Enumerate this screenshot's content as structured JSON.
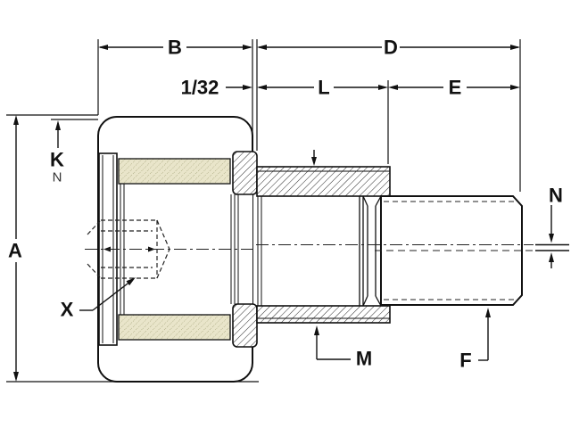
{
  "dim_labels": {
    "a": "A",
    "b": "B",
    "d": "D",
    "l": "L",
    "e": "E",
    "k": "K",
    "k_sub": "N",
    "n": "N",
    "x": "X",
    "m": "M",
    "f": "F",
    "gap": "1/32"
  },
  "colors": {
    "line": "#111111",
    "background": "#ffffff",
    "needle_fill": "#e9e5ca",
    "needle_hatch": "#8d8d5e",
    "hatch_line": "#2b2b2b"
  }
}
